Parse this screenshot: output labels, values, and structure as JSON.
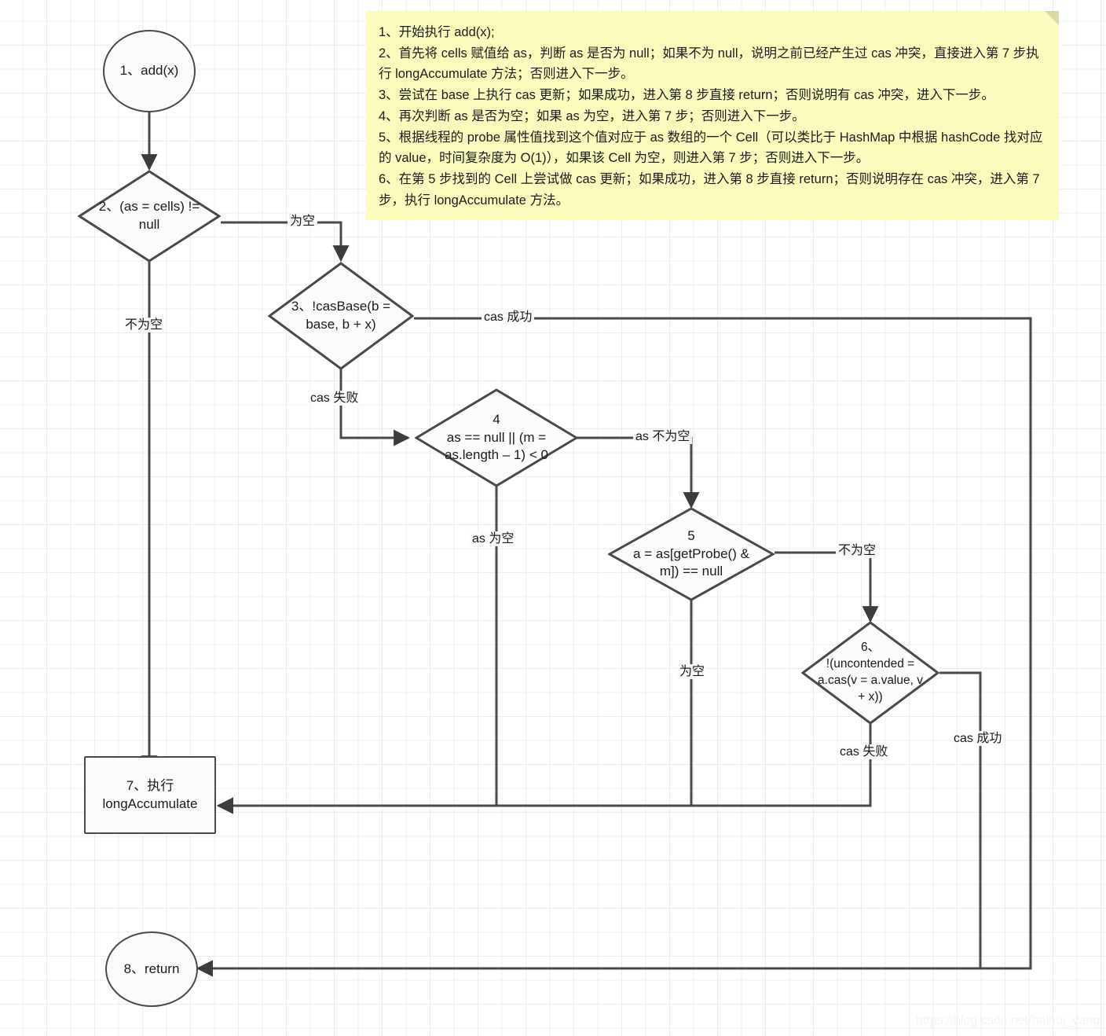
{
  "diagram": {
    "title": "LongAdder add(x) flowchart",
    "watermark": "https://blog.csdn.net/haihui_yang",
    "colors": {
      "node_stroke": "#4a4a4a",
      "edge_stroke": "#4a4a4a",
      "note_background": "#fbfbbe",
      "grid_line": "#ececec"
    }
  },
  "note": {
    "lines": [
      "1、开始执行 add(x);",
      "2、首先将 cells 赋值给 as，判断 as 是否为 null；如果不为 null，说明之前已经产生过 cas 冲突，直接进入第 7 步执行 longAccumulate 方法；否则进入下一步。",
      "3、尝试在 base 上执行 cas 更新；如果成功，进入第 8 步直接 return；否则说明有 cas 冲突，进入下一步。",
      "4、再次判断 as 是否为空；如果 as 为空，进入第 7 步；否则进入下一步。",
      "5、根据线程的 probe 属性值找到这个值对应于 as 数组的一个 Cell（可以类比于 HashMap 中根据 hashCode 找对应的 value，时间复杂度为 O(1)），如果该 Cell 为空，则进入第 7 步；否则进入下一步。",
      "6、在第 5 步找到的 Cell 上尝试做 cas 更新；如果成功，进入第 8 步直接 return；否则说明存在 cas 冲突，进入第 7 步，执行 longAccumulate 方法。"
    ]
  },
  "nodes": [
    {
      "id": "n1",
      "shape": "circle",
      "label": "1、add(x)"
    },
    {
      "id": "n2",
      "shape": "diamond",
      "label": "2、(as = cells) !=\nnull"
    },
    {
      "id": "n3",
      "shape": "diamond",
      "label": "3、!casBase(b =\nbase, b + x)"
    },
    {
      "id": "n4",
      "shape": "diamond",
      "label": "4\nas == null || (m =\nas.length – 1) < 0"
    },
    {
      "id": "n5",
      "shape": "diamond",
      "label": "5\na = as[getProbe() &\nm]) == null"
    },
    {
      "id": "n6",
      "shape": "diamond",
      "label": "6、\n!(uncontended =\na.cas(v = a.value, v\n+ x))"
    },
    {
      "id": "n7",
      "shape": "rect",
      "label": "7、执行\nlongAccumulate"
    },
    {
      "id": "n8",
      "shape": "circle",
      "label": "8、return"
    }
  ],
  "edges": [
    {
      "id": "e1",
      "from": "n1",
      "to": "n2",
      "label": ""
    },
    {
      "id": "e2",
      "from": "n2",
      "to": "n3",
      "label": "为空"
    },
    {
      "id": "e3",
      "from": "n2",
      "to": "n7",
      "label": "不为空"
    },
    {
      "id": "e4",
      "from": "n3",
      "to": "n8",
      "label": "cas 成功"
    },
    {
      "id": "e5",
      "from": "n3",
      "to": "n4",
      "label": "cas 失败"
    },
    {
      "id": "e6",
      "from": "n4",
      "to": "n5",
      "label": "as 不为空"
    },
    {
      "id": "e7",
      "from": "n4",
      "to": "n7",
      "label": "as 为空"
    },
    {
      "id": "e8",
      "from": "n5",
      "to": "n6",
      "label": "不为空"
    },
    {
      "id": "e9",
      "from": "n5",
      "to": "n7",
      "label": "为空"
    },
    {
      "id": "e10",
      "from": "n6",
      "to": "n7",
      "label": "cas 失败"
    },
    {
      "id": "e11",
      "from": "n6",
      "to": "n8",
      "label": "cas 成功"
    }
  ]
}
